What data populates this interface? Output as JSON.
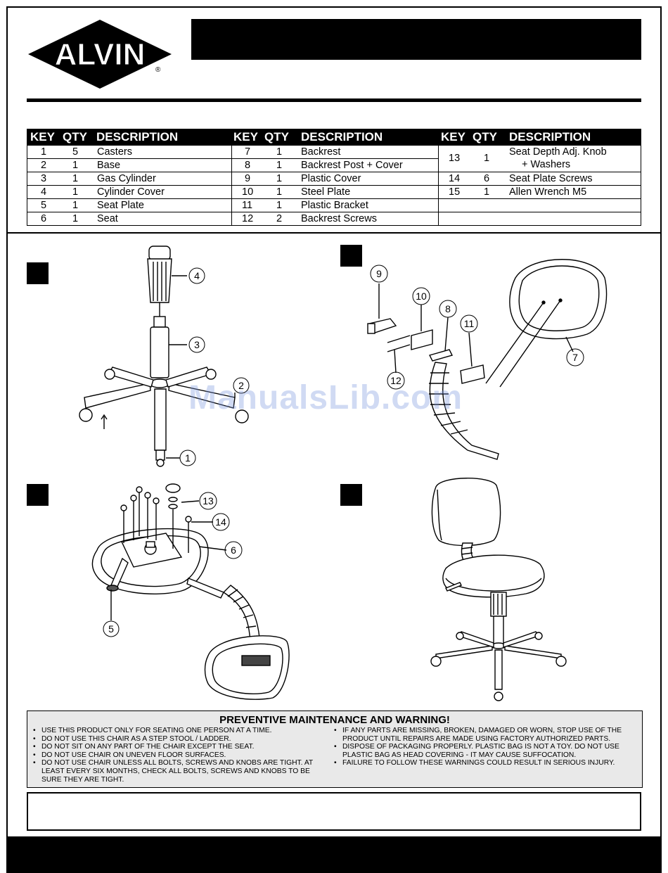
{
  "brand": {
    "name": "ALVIN",
    "mark": "®"
  },
  "parts_table": {
    "headers": {
      "key": "KEY",
      "qty": "QTY",
      "description": "DESCRIPTION"
    },
    "columns": [
      [
        {
          "key": "1",
          "qty": "5",
          "description": "Casters"
        },
        {
          "key": "2",
          "qty": "1",
          "description": "Base"
        },
        {
          "key": "3",
          "qty": "1",
          "description": "Gas Cylinder"
        },
        {
          "key": "4",
          "qty": "1",
          "description": "Cylinder Cover"
        },
        {
          "key": "5",
          "qty": "1",
          "description": "Seat Plate"
        },
        {
          "key": "6",
          "qty": "1",
          "description": "Seat"
        }
      ],
      [
        {
          "key": "7",
          "qty": "1",
          "description": "Backrest"
        },
        {
          "key": "8",
          "qty": "1",
          "description": "Backrest Post + Cover"
        },
        {
          "key": "9",
          "qty": "1",
          "description": "Plastic Cover"
        },
        {
          "key": "10",
          "qty": "1",
          "description": "Steel Plate"
        },
        {
          "key": "11",
          "qty": "1",
          "description": "Plastic Bracket"
        },
        {
          "key": "12",
          "qty": "2",
          "description": "Backrest Screws"
        }
      ],
      [
        {
          "key": "13",
          "qty": "1",
          "description": "Seat Depth Adj. Knob",
          "description2": "+ Washers"
        },
        {
          "key": "14",
          "qty": "6",
          "description": "Seat Plate Screws"
        },
        {
          "key": "15",
          "qty": "1",
          "description": "Allen Wrench M5"
        }
      ]
    ]
  },
  "callouts": {
    "c1": "1",
    "c2": "2",
    "c3": "3",
    "c4": "4",
    "c5": "5",
    "c6": "6",
    "c7": "7",
    "c8": "8",
    "c9": "9",
    "c10": "10",
    "c11": "11",
    "c12": "12",
    "c13": "13",
    "c14": "14"
  },
  "watermark": "ManualsLib.com",
  "warning": {
    "title": "PREVENTIVE MAINTENANCE AND WARNING!",
    "left": [
      "USE THIS PRODUCT ONLY FOR SEATING ONE PERSON AT A TIME.",
      "DO NOT USE THIS CHAIR AS A STEP STOOL / LADDER.",
      "DO NOT SIT ON ANY PART OF THE CHAIR EXCEPT THE SEAT.",
      "DO NOT USE CHAIR ON UNEVEN FLOOR SURFACES.",
      "DO NOT USE CHAIR UNLESS ALL BOLTS, SCREWS AND KNOBS ARE TIGHT. AT LEAST EVERY SIX MONTHS, CHECK ALL BOLTS, SCREWS AND KNOBS TO BE SURE THEY ARE TIGHT."
    ],
    "right": [
      "IF ANY PARTS ARE MISSING, BROKEN, DAMAGED OR WORN, STOP USE OF THE PRODUCT UNTIL REPAIRS ARE MADE USING FACTORY AUTHORIZED PARTS.",
      "DISPOSE OF PACKAGING PROPERLY. PLASTIC BAG IS NOT A TOY. DO NOT USE PLASTIC BAG AS HEAD COVERING - IT MAY CAUSE SUFFOCATION.",
      "FAILURE TO FOLLOW THESE WARNINGS COULD RESULT IN SERIOUS INJURY."
    ]
  }
}
